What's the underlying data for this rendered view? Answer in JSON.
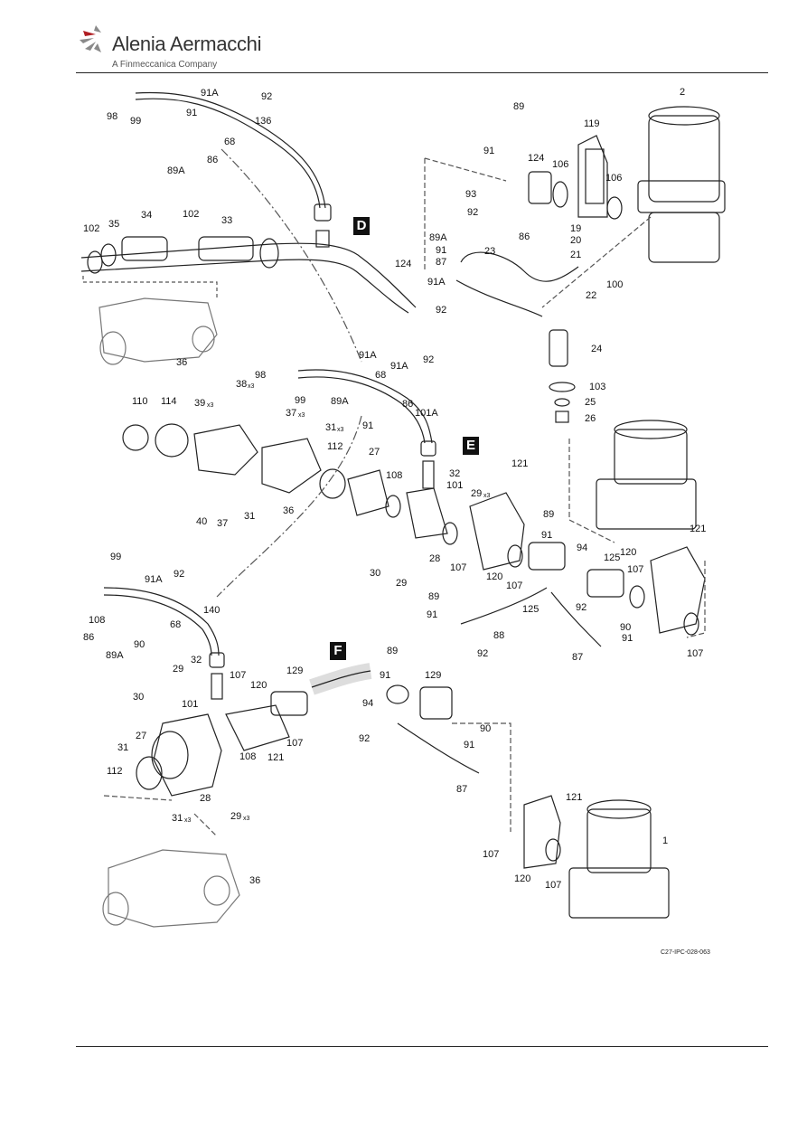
{
  "header": {
    "brand": "Alenia Aermacchi",
    "tagline": "A Finmeccanica Company",
    "logo_icon": "alenia-swoosh-logo-icon"
  },
  "figure_reference": "C27-IPC-028-063",
  "zones": [
    "D",
    "E",
    "F"
  ],
  "callouts": {
    "d": [
      "98",
      "99",
      "91A",
      "92",
      "91",
      "136",
      "68",
      "86",
      "89A",
      "102",
      "35",
      "34",
      "102",
      "33",
      "124",
      "36"
    ],
    "top_right": [
      "89",
      "2",
      "119",
      "91",
      "124",
      "106",
      "106",
      "93",
      "92",
      "19",
      "86",
      "89A",
      "20",
      "91",
      "87",
      "23",
      "21",
      "91A",
      "22",
      "100",
      "92",
      "24",
      "103",
      "25",
      "26"
    ],
    "e": [
      "98",
      "99",
      "91A",
      "92",
      "38",
      "68",
      "91A",
      "110",
      "114",
      "39",
      "37",
      "89A",
      "86",
      "31",
      "91",
      "101A",
      "112",
      "27",
      "32",
      "108",
      "101",
      "29",
      "40",
      "37",
      "31",
      "36",
      "28",
      "30",
      "29",
      "107",
      "120",
      "121",
      "89",
      "91",
      "94",
      "107",
      "125",
      "120",
      "121",
      "107",
      "92",
      "89",
      "91",
      "88",
      "125",
      "90",
      "91",
      "92",
      "87",
      "107"
    ],
    "f": [
      "99",
      "91A",
      "92",
      "108",
      "140",
      "68",
      "86",
      "90",
      "89A",
      "32",
      "129",
      "89",
      "91",
      "129",
      "29",
      "107",
      "120",
      "30",
      "101",
      "94",
      "27",
      "90",
      "31",
      "108",
      "107",
      "92",
      "91",
      "121",
      "112",
      "28",
      "87",
      "31",
      "29",
      "121",
      "107",
      "1",
      "120",
      "107",
      "36"
    ]
  },
  "multipliers": {
    "x3": "x3"
  }
}
